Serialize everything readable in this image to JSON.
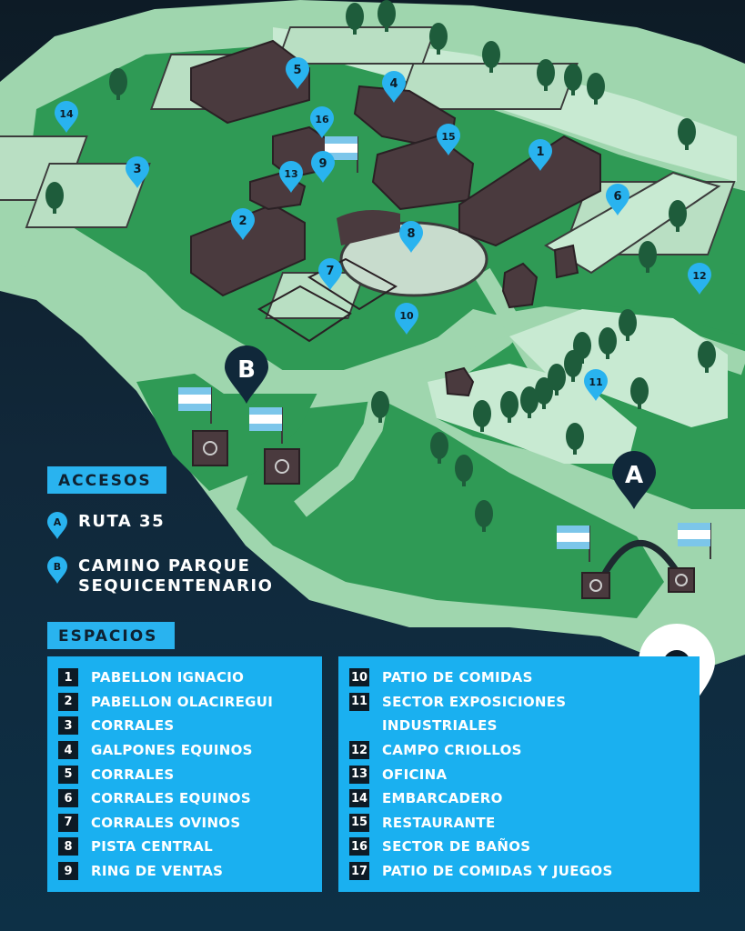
{
  "colors": {
    "background": "#0d1b26",
    "grass": "#2f9a55",
    "paths": "#9fd6ae",
    "buildings": "#4a3a3e",
    "pin": "#29b3ef",
    "accent_dark": "#10283a"
  },
  "map": {
    "markers": [
      "1",
      "2",
      "3",
      "4",
      "5",
      "6",
      "7",
      "8",
      "9",
      "10",
      "11",
      "12",
      "13",
      "14",
      "15",
      "16"
    ],
    "gates": [
      "A",
      "B"
    ]
  },
  "accesos": {
    "title": "ACCESOS",
    "items": [
      {
        "key": "A",
        "lines": [
          "RUTA 35"
        ]
      },
      {
        "key": "B",
        "lines": [
          "CAMINO PARQUE",
          "SEQUICENTENARIO"
        ]
      }
    ]
  },
  "espacios": {
    "title": "ESPACIOS",
    "left": [
      {
        "num": "1",
        "label": "PABELLON IGNACIO"
      },
      {
        "num": "2",
        "label": "PABELLON OLACIREGUI"
      },
      {
        "num": "3",
        "label": "CORRALES"
      },
      {
        "num": "4",
        "label": "GALPONES EQUINOS"
      },
      {
        "num": "5",
        "label": "CORRALES"
      },
      {
        "num": "6",
        "label": "CORRALES EQUINOS"
      },
      {
        "num": "7",
        "label": "CORRALES OVINOS"
      },
      {
        "num": "8",
        "label": "PISTA CENTRAL"
      },
      {
        "num": "9",
        "label": "RING DE VENTAS"
      }
    ],
    "right": [
      {
        "num": "10",
        "label": "PATIO DE COMIDAS"
      },
      {
        "num": "11",
        "label": "SECTOR EXPOSICIONES"
      },
      {
        "num": "",
        "label": "INDUSTRIALES"
      },
      {
        "num": "12",
        "label": "CAMPO CRIOLLOS"
      },
      {
        "num": "13",
        "label": "OFICINA"
      },
      {
        "num": "14",
        "label": "EMBARCADERO"
      },
      {
        "num": "15",
        "label": "RESTAURANTE"
      },
      {
        "num": "16",
        "label": "SECTOR DE BAÑOS"
      },
      {
        "num": "17",
        "label": "PATIO DE COMIDAS Y JUEGOS"
      }
    ]
  }
}
